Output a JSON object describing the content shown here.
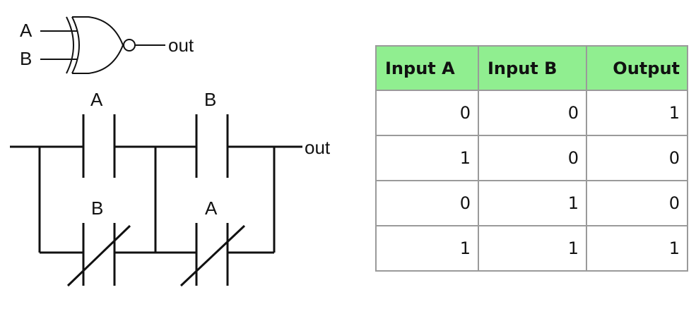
{
  "gate": {
    "input_a": "A",
    "input_b": "B",
    "output": "out"
  },
  "ladder": {
    "contact_top_left": "A",
    "contact_top_right": "B",
    "contact_bottom_left": "B",
    "contact_bottom_right": "A",
    "output": "out"
  },
  "table": {
    "headers": [
      "Input A",
      "Input B",
      "Output"
    ],
    "rows": [
      [
        "0",
        "0",
        "1"
      ],
      [
        "1",
        "0",
        "0"
      ],
      [
        "0",
        "1",
        "0"
      ],
      [
        "1",
        "1",
        "1"
      ]
    ],
    "header_color": "#90ee90",
    "border_color": "#9a9a9a"
  }
}
